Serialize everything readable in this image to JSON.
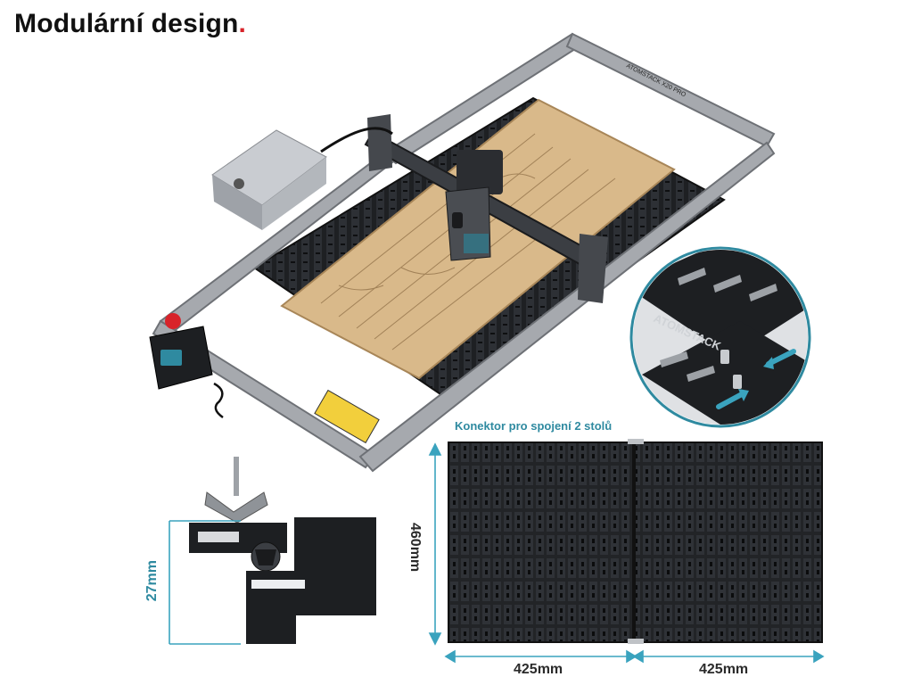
{
  "title": {
    "text": "Modulární design",
    "dot": "."
  },
  "callout": {
    "caption": "Konektor pro spojení 2 stolů"
  },
  "dimensions": {
    "clamp_height": "27mm",
    "table_height": "460mm",
    "table_left_width": "425mm",
    "table_right_width": "425mm"
  },
  "machine": {
    "brand_rail": "ATOMSTACK X20 PRO",
    "brand_inset": "ATOMSTACK"
  },
  "colors": {
    "accent_red": "#d8232a",
    "teal": "#2f8aa0",
    "frame": "#8c8f94",
    "panel": "#1d1f22",
    "wood": "#d9b98a"
  }
}
